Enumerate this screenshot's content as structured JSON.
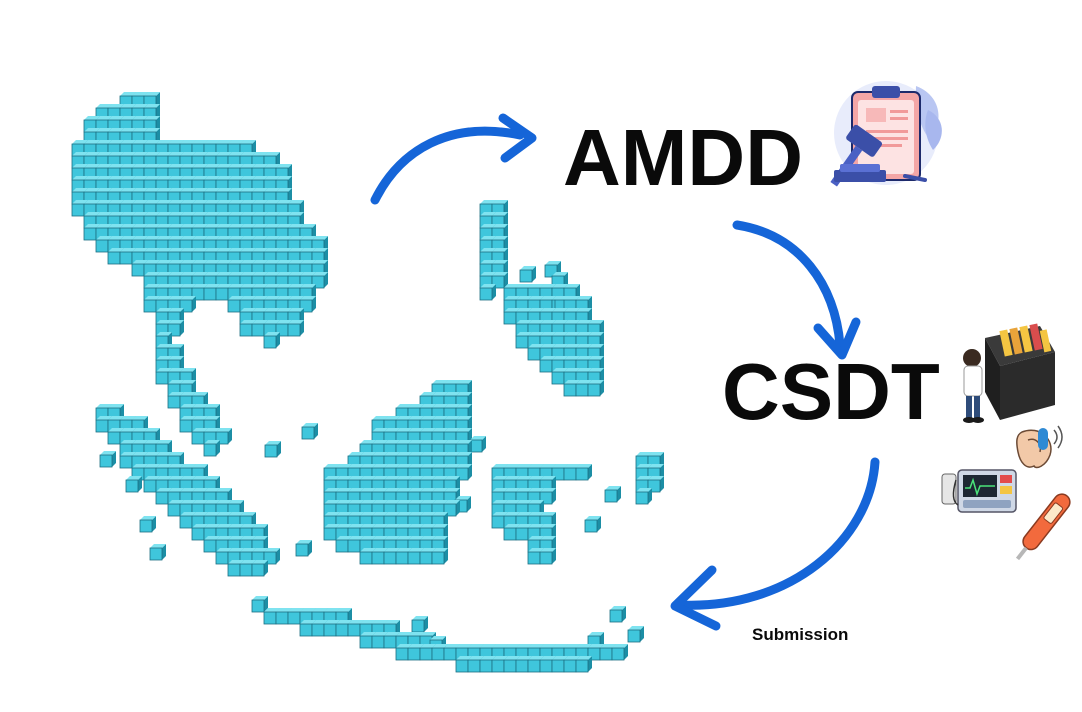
{
  "labels": {
    "amdd": "AMDD",
    "csdt": "CSDT",
    "submission": "Submission"
  },
  "colors": {
    "map_face": "#3fc6dc",
    "map_side": "#1c8ea5",
    "map_edge": "#1d6f82",
    "arrow": "#1565d8"
  },
  "icons": [
    "regulation-clipboard-gavel-icon",
    "filing-cabinet-person-icon",
    "hearing-aid-icon",
    "patient-monitor-icon",
    "thermometer-icon"
  ],
  "map": "southeast-asia-voxel-map"
}
